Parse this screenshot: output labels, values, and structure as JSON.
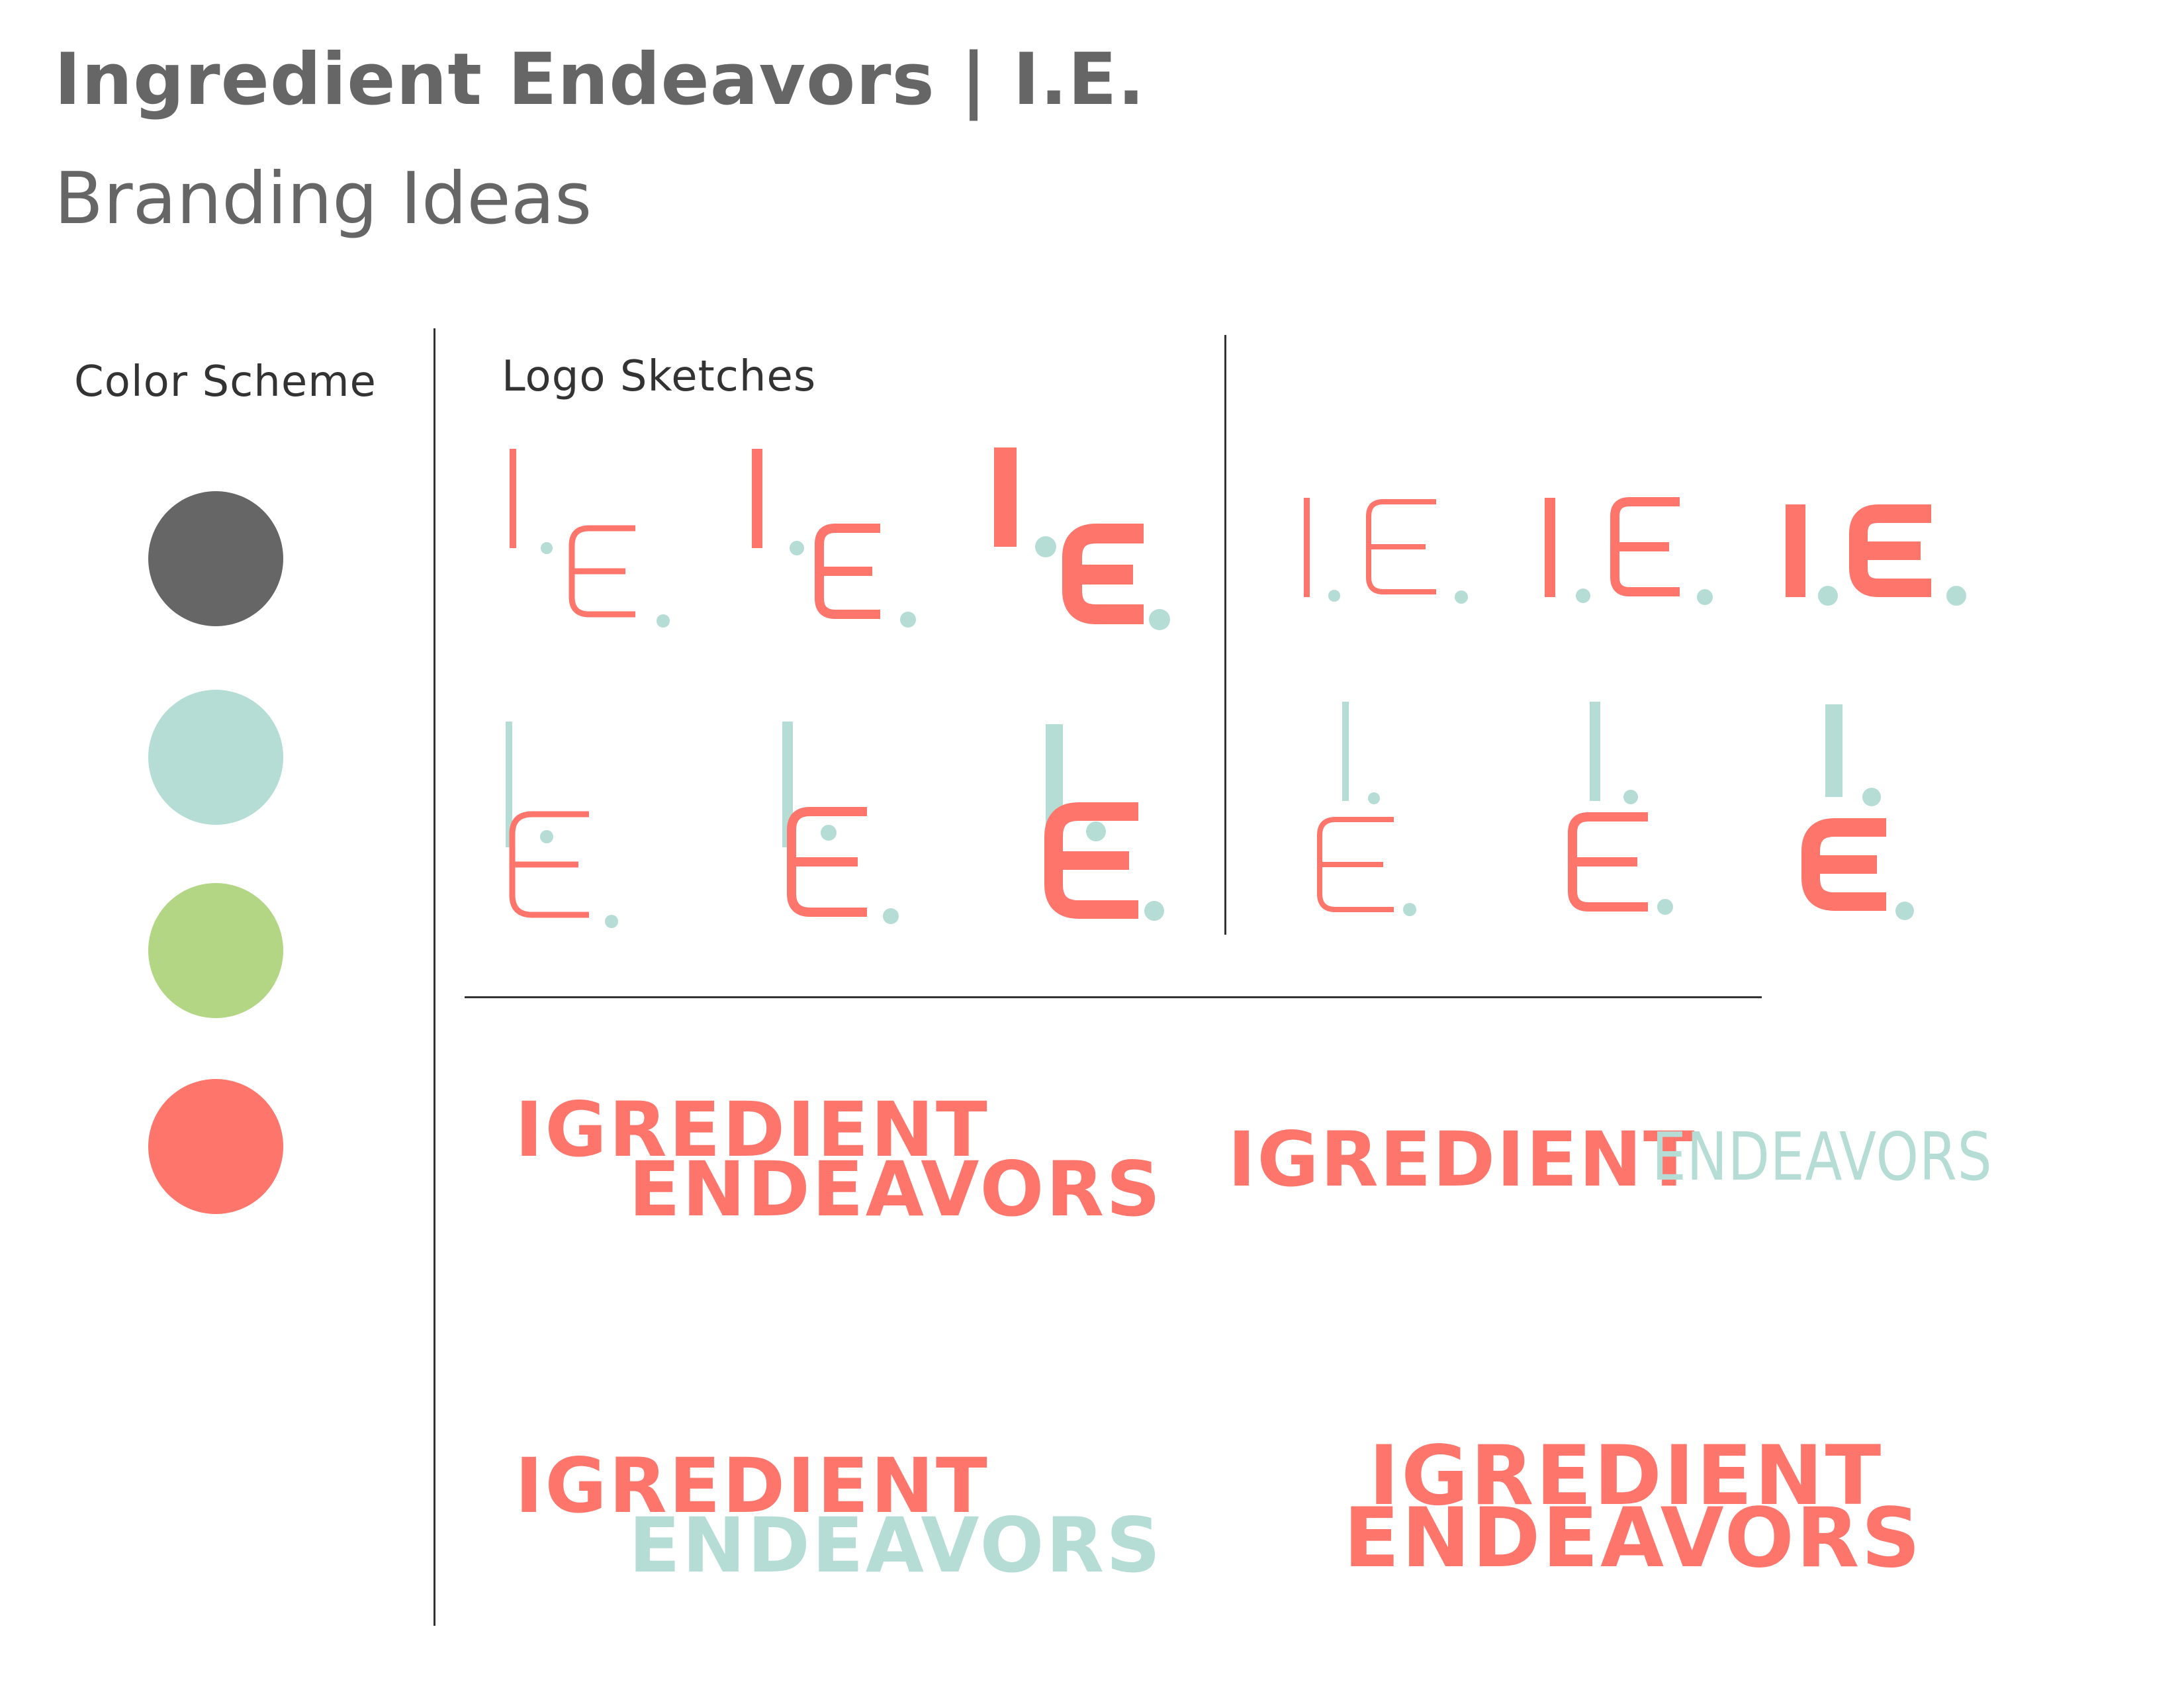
{
  "header": {
    "title": "Ingredient Endeavors | I.E.",
    "subtitle": "Branding Ideas"
  },
  "sections": {
    "color_scheme_label": "Color Scheme",
    "logo_sketches_label": "Logo Sketches"
  },
  "colors": {
    "gray": "#666666",
    "mint": "#b5ddd5",
    "green": "#b2d683",
    "coral": "#fd756b"
  },
  "logo_sketch": {
    "letter_i": "I",
    "letter_e": "E"
  },
  "wordmarks": {
    "w1_line1": "IGREDIENT",
    "w1_line2": "ENDEAVORS",
    "w2_line1": "IGREDIENT",
    "w2_line2": "ENDEAVORS",
    "w3_line1": "IGREDIENT",
    "w3_line2": "ENDEAVORS",
    "w4_line1": "IGREDIENT",
    "w4_line2": "ENDEAVORS"
  }
}
